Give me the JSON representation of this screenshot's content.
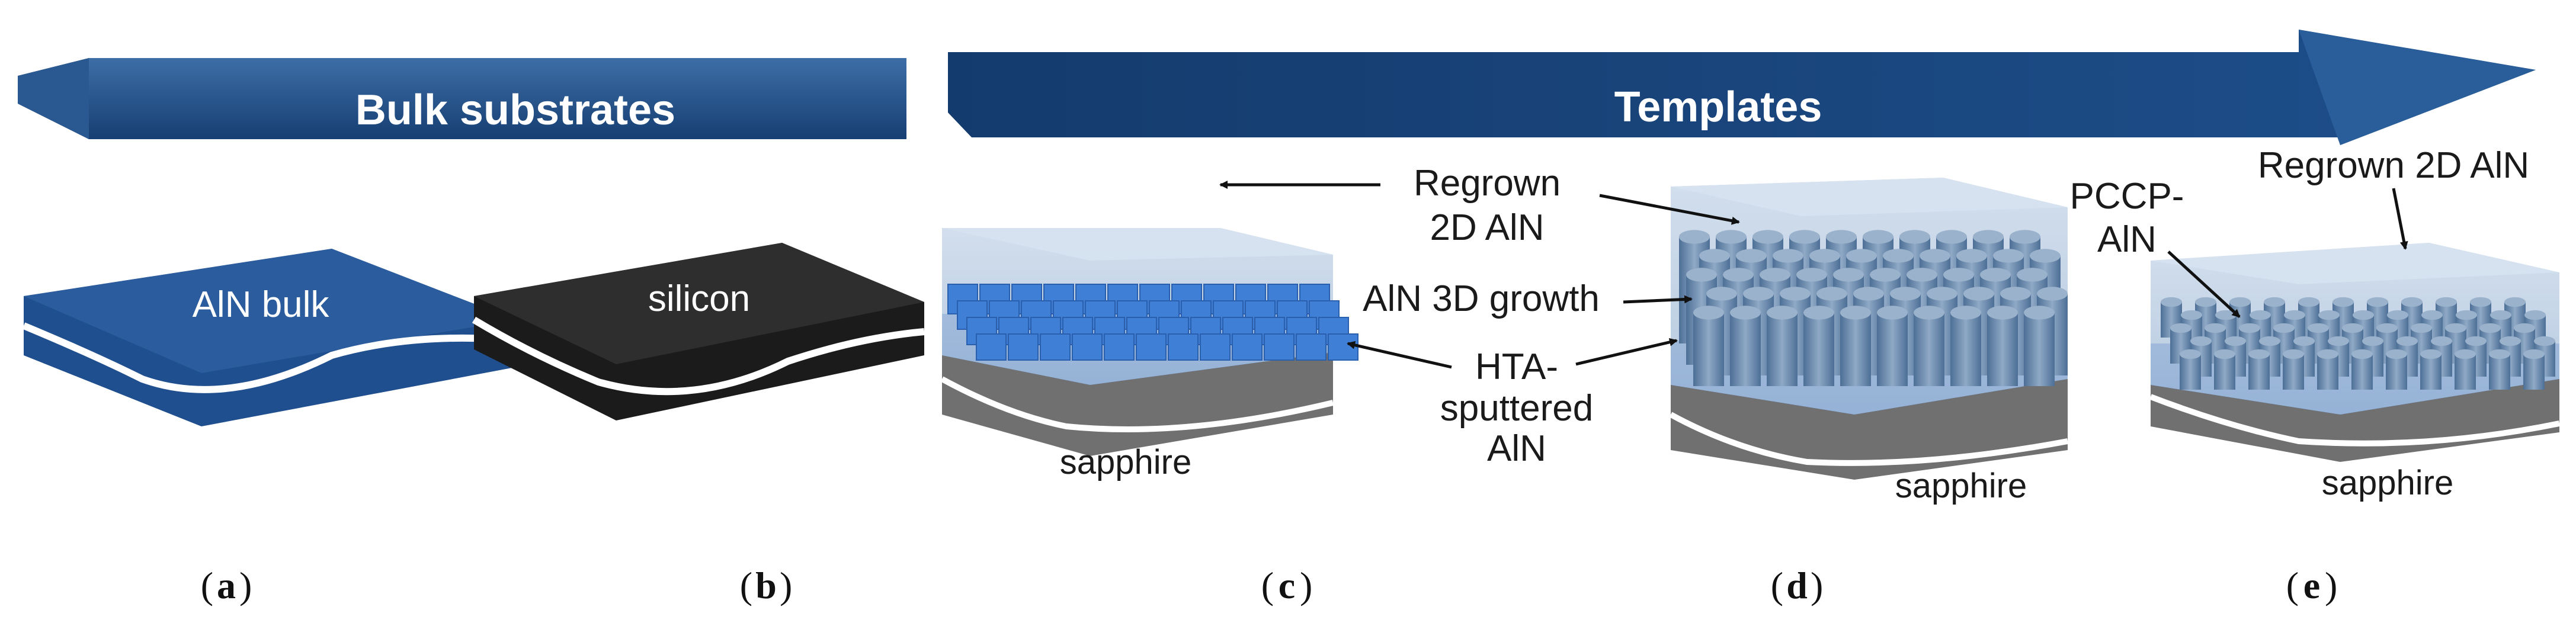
{
  "banners": {
    "bulk": "Bulk substrates",
    "templates": "Templates"
  },
  "panels": [
    {
      "id": "a",
      "caption": "a",
      "label": "AlN bulk"
    },
    {
      "id": "b",
      "caption": "b",
      "label": "silicon"
    },
    {
      "id": "c",
      "caption": "c",
      "label": "sapphire"
    },
    {
      "id": "d",
      "caption": "d",
      "label": "sapphire"
    },
    {
      "id": "e",
      "caption": "e",
      "label": "sapphire"
    }
  ],
  "annotations": {
    "regrown_line1": "Regrown",
    "regrown_line2": "2D AlN",
    "growth3d": "AlN 3D growth",
    "hta_line1": "HTA-",
    "hta_line2": "sputtered",
    "hta_line3": "AlN",
    "pccp_line1": "PCCP-",
    "pccp_line2": "AlN",
    "regrown_e": "Regrown 2D AlN"
  },
  "colors": {
    "banner_dark": "#123f75",
    "banner_light": "#3a6aa0",
    "aln_blue": "#1f4f8f",
    "sapphire_gray": "#6e6e6e",
    "columns_blue": "#3f7fd6",
    "regrown_haze": "#c5d6e8",
    "silicon": "#1b1b1b"
  }
}
